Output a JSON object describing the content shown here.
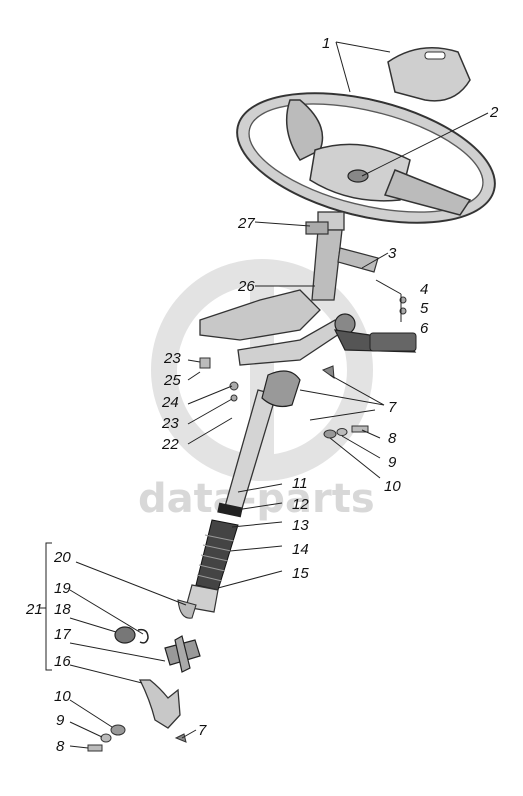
{
  "watermark": "data-parts",
  "callouts": [
    {
      "id": "c1",
      "text": "1"
    },
    {
      "id": "c2",
      "text": "2"
    },
    {
      "id": "c3",
      "text": "3"
    },
    {
      "id": "c4",
      "text": "4"
    },
    {
      "id": "c5",
      "text": "5"
    },
    {
      "id": "c6",
      "text": "6"
    },
    {
      "id": "c7a",
      "text": "7"
    },
    {
      "id": "c8a",
      "text": "8"
    },
    {
      "id": "c9a",
      "text": "9"
    },
    {
      "id": "c10a",
      "text": "10"
    },
    {
      "id": "c11",
      "text": "11"
    },
    {
      "id": "c12",
      "text": "12"
    },
    {
      "id": "c13",
      "text": "13"
    },
    {
      "id": "c14",
      "text": "14"
    },
    {
      "id": "c15",
      "text": "15"
    },
    {
      "id": "c16",
      "text": "16"
    },
    {
      "id": "c17",
      "text": "17"
    },
    {
      "id": "c18",
      "text": "18"
    },
    {
      "id": "c19",
      "text": "19"
    },
    {
      "id": "c20",
      "text": "20"
    },
    {
      "id": "c21",
      "text": "21"
    },
    {
      "id": "c22",
      "text": "22"
    },
    {
      "id": "c23a",
      "text": "23"
    },
    {
      "id": "c23b",
      "text": "23"
    },
    {
      "id": "c24",
      "text": "24"
    },
    {
      "id": "c25",
      "text": "25"
    },
    {
      "id": "c26",
      "text": "26"
    },
    {
      "id": "c27",
      "text": "27"
    },
    {
      "id": "c10b",
      "text": "10"
    },
    {
      "id": "c9b",
      "text": "9"
    },
    {
      "id": "c8b",
      "text": "8"
    },
    {
      "id": "c7b",
      "text": "7"
    }
  ]
}
